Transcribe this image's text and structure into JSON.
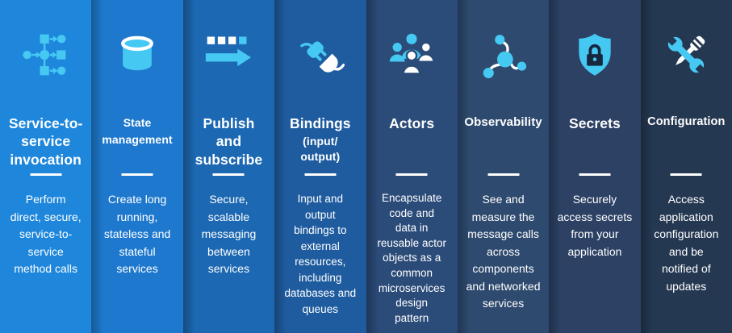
{
  "accent_color": "#45C8F2",
  "text_color": "#FFFFFF",
  "lock_color": "#17273F",
  "columns": [
    {
      "title": "Service-to-\nservice\ninvocation",
      "description": "Perform\ndirect, secure,\nservice-to-\nservice\nmethod calls",
      "color": "#1E87DC",
      "icon": "flowchart-icon"
    },
    {
      "title": "State\nmanagement",
      "description": "Create long\nrunning,\nstateless and\nstateful\nservices",
      "color": "#1E79CE",
      "icon": "database-icon"
    },
    {
      "title": "Publish\nand\nsubscribe",
      "description": "Secure,\nscalable\nmessaging\nbetween\nservices",
      "color": "#1C68B2",
      "icon": "pubsub-arrow-icon"
    },
    {
      "title": "Bindings",
      "subtitle": "(input/\noutput)",
      "description": "Input and\noutput\nbindings to\nexternal\nresources,\nincluding\ndatabases and\nqueues",
      "color": "#1F5C9F",
      "icon": "plug-icon"
    },
    {
      "title": "Actors",
      "description": "Encapsulate\ncode and\ndata in\nreusable actor\nobjects as a\ncommon\nmicroservices\ndesign\npattern",
      "color": "#2B4B79",
      "icon": "actors-icon"
    },
    {
      "title": "Observability",
      "description": "See and\nmeasure the\nmessage calls\nacross\ncomponents\nand networked\nservices",
      "color": "#2E4A6E",
      "icon": "network-nodes-icon"
    },
    {
      "title": "Secrets",
      "description": "Securely\naccess secrets\nfrom your\napplication",
      "color": "#2C4164",
      "icon": "shield-lock-icon"
    },
    {
      "title": "Configuration",
      "description": "Access\napplication\nconfiguration\nand be\nnotified of\nupdates",
      "color": "#253852",
      "icon": "wrench-screwdriver-icon"
    }
  ]
}
